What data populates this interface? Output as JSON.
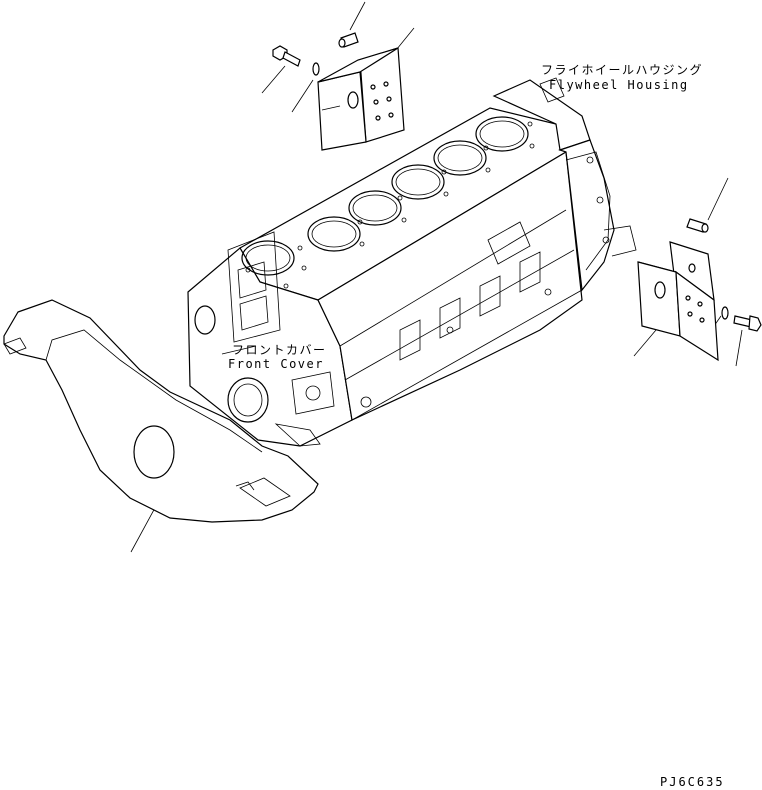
{
  "labels": {
    "flywheel_housing_jp": "フライホイールハウジング",
    "flywheel_housing_en": "Flywheel Housing",
    "front_cover_jp": "フロントカバー",
    "front_cover_en": "Front Cover"
  },
  "drawing_code": "PJ6C635"
}
